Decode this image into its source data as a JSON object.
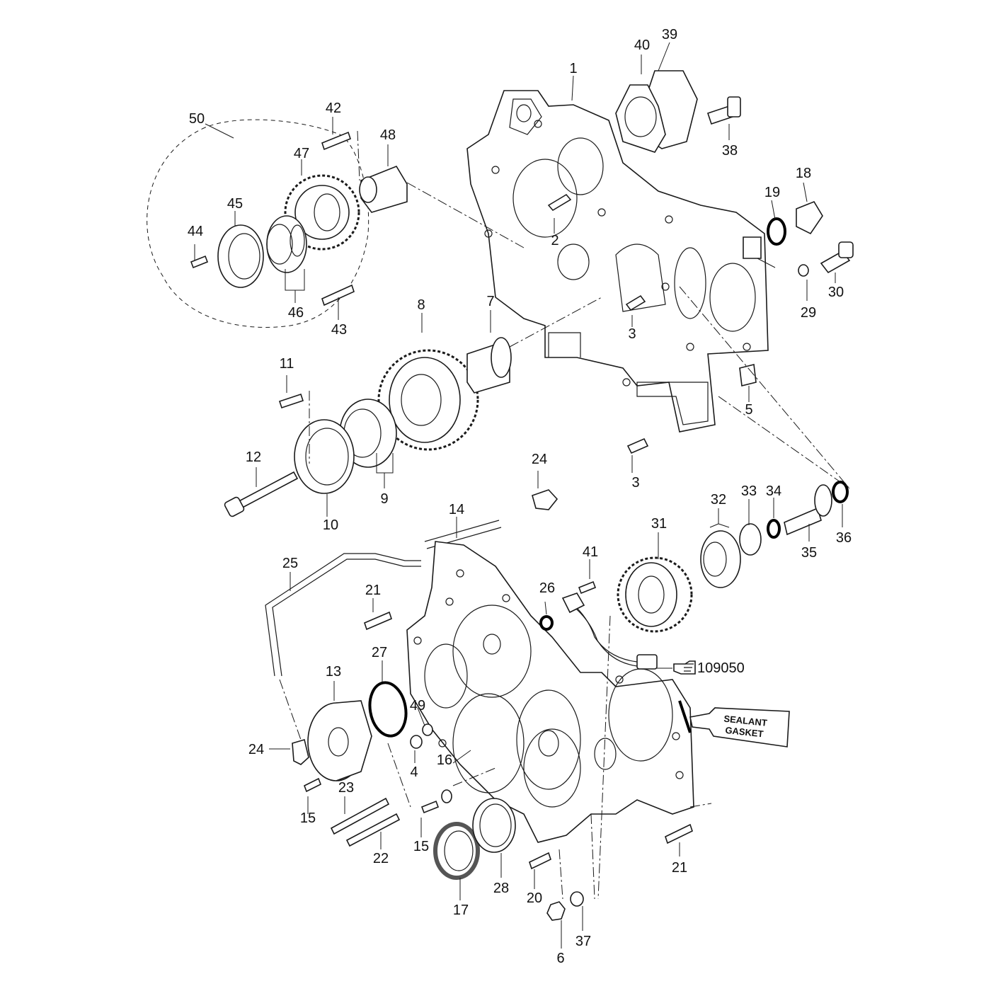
{
  "labels": {
    "l1": "1",
    "l2": "2",
    "l3a": "3",
    "l3b": "3",
    "l4": "4",
    "l5": "5",
    "l6": "6",
    "l7": "7",
    "l8": "8",
    "l9": "9",
    "l10": "10",
    "l11": "11",
    "l12": "12",
    "l13": "13",
    "l14": "14",
    "l15a": "15",
    "l15b": "15",
    "l16": "16",
    "l17": "17",
    "l18": "18",
    "l19": "19",
    "l20": "20",
    "l21a": "21",
    "l21b": "21",
    "l22": "22",
    "l23": "23",
    "l24a": "24",
    "l24b": "24",
    "l25": "25",
    "l26": "26",
    "l27": "27",
    "l28": "28",
    "l29": "29",
    "l30": "30",
    "l31": "31",
    "l32": "32",
    "l33": "33",
    "l34": "34",
    "l35": "35",
    "l36": "36",
    "l37": "37",
    "l38": "38",
    "l39": "39",
    "l40": "40",
    "l41": "41",
    "l42": "42",
    "l43": "43",
    "l44": "44",
    "l45": "45",
    "l46": "46",
    "l47": "47",
    "l48": "48",
    "l49": "49",
    "l50": "50"
  },
  "reference": {
    "icon": "pointing-hand-icon",
    "code": "109050"
  },
  "sealant": {
    "line1": "SEALANT",
    "line2": "GASKET"
  }
}
